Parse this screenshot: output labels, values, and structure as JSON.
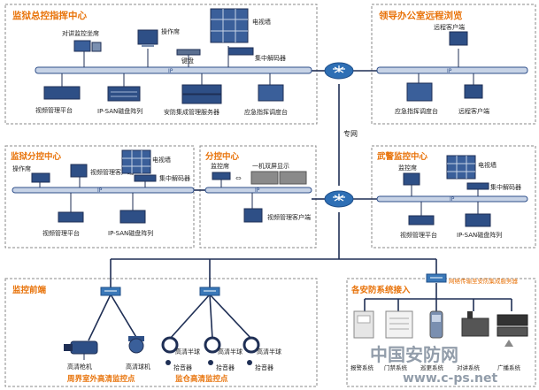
{
  "title_color": "#e8730a",
  "colors": {
    "box_border": "#8a8a8a",
    "bus": "#2f4f8a",
    "bus_fill": "#c7d3e6",
    "router": "#2e6fb5",
    "switch": "#3a78b8",
    "title": "#e8730a",
    "label": "#222222",
    "cable": "#1f2f55"
  },
  "sections": {
    "command_center": {
      "title": "监狱总控指挥中心",
      "bus_label": "IP",
      "labels": [
        "对讲监控坐席",
        "操作席",
        "电视墙",
        "键盘",
        "集中解码器",
        "视频管理平台",
        "IP-SAN磁盘阵列",
        "安防集成管理服务器",
        "应急指挥调度台"
      ]
    },
    "leader_office": {
      "title": "领导办公室远程浏览",
      "bus_label": "IP",
      "labels": [
        "远程客户端",
        "应急指挥调度台",
        "远程客户端"
      ]
    },
    "branch_center": {
      "title": "监狱分控中心",
      "bus_label": "IP",
      "labels": [
        "操作席",
        "视频管理客户端",
        "电视墙",
        "集中解码器",
        "视频管理平台",
        "IP-SAN磁盘阵列"
      ]
    },
    "sub_control": {
      "title": "分控中心",
      "bus_label": "IP",
      "labels": [
        "监控席",
        "一机双屏显示",
        "视频管理客户端"
      ]
    },
    "armed_police": {
      "title": "武警监控中心",
      "bus_label": "IP",
      "labels": [
        "监控席",
        "电视墙",
        "集中解码器",
        "视频管理平台",
        "IP-SAN磁盘阵列"
      ]
    },
    "monitor_front": {
      "title": "监控前端",
      "labels": [
        "高清枪机",
        "高清球机",
        "高清半球",
        "高清半球",
        "高清半球",
        "拾音器",
        "拾音器",
        "拾音器"
      ],
      "caption_left": "周界室外高清监控点",
      "caption_right": "监仓高清监控点"
    },
    "security_access": {
      "title": "各安防系统接入",
      "gateway": "网络传输至安防集成服务器",
      "labels": [
        "报警系统",
        "门禁系统",
        "巡更系统",
        "对讲系统",
        "广播系统"
      ]
    }
  },
  "network": {
    "dedicated_line": "专网"
  },
  "watermark": {
    "line1": "中国安防网",
    "line2": "www.c-ps.net"
  }
}
